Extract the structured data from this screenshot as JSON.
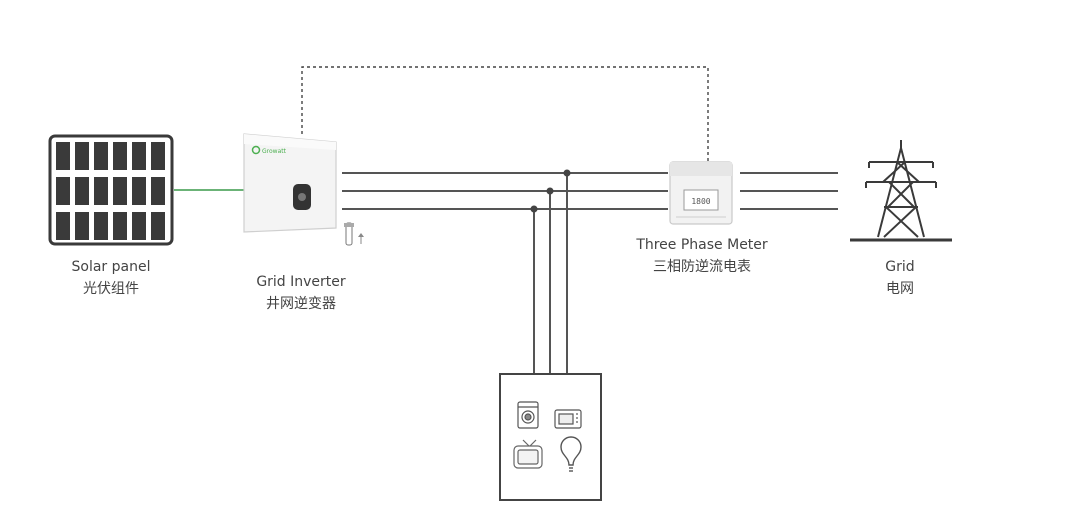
{
  "components": {
    "solar_panel": {
      "label_en": "Solar panel",
      "label_cn": "光伏组件"
    },
    "inverter": {
      "label_en": "Grid Inverter",
      "label_cn": "井网逆变器",
      "brand": "Growatt"
    },
    "meter": {
      "label_en": "Three Phase Meter",
      "label_cn": "三相防逆流电表",
      "display": "1800"
    },
    "grid": {
      "label_en": "Grid",
      "label_cn": "电网"
    },
    "load_panel": {
      "appliances": [
        "washing-machine-icon",
        "microwave-icon",
        "tv-icon",
        "light-bulb-icon"
      ]
    }
  },
  "colors": {
    "line": "#555555",
    "dc_link": "#3a9a4a",
    "brand": "#4caf50",
    "panel_cell": "#3a3a3a"
  }
}
